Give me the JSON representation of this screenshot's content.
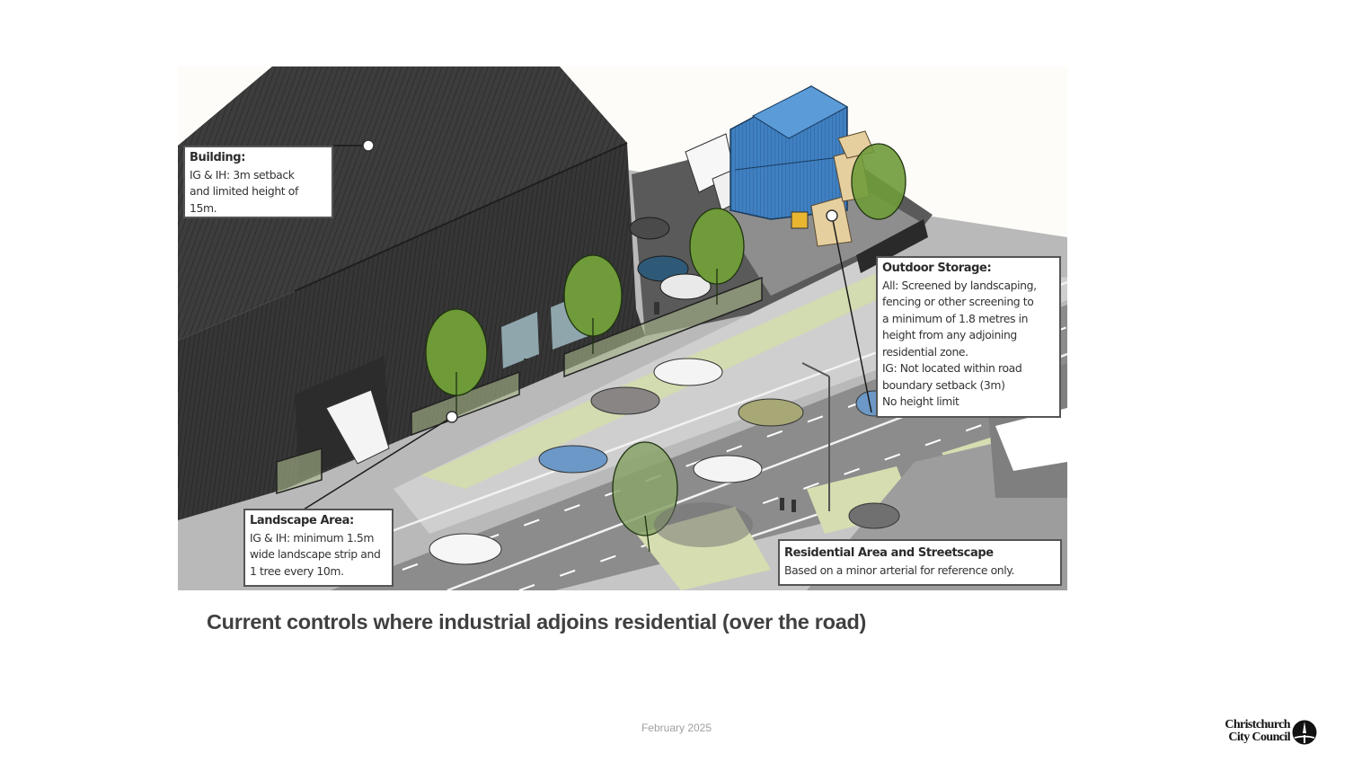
{
  "slide": {
    "caption": "Current controls where industrial adjoins residential (over the road)",
    "footer_date": "February 2025",
    "logo": {
      "line1": "Christchurch",
      "line2": "City Council",
      "icon": "cathedral-spire-logo-icon"
    }
  },
  "illustration": {
    "description": "Isometric view of an industrial building, outdoor storage yard and road adjoining a residential area",
    "colors": {
      "building": "#3b3b3b",
      "containers": "#3f7fc0",
      "crates": "#e4cc9c",
      "trees": "#6f9a3a",
      "road": "#8a8a8a",
      "footpath": "#c9c9c9",
      "grass": "#d7dfb0"
    },
    "callouts": {
      "building": {
        "title": "Building:",
        "lines": [
          "IG & IH: 3m setback",
          "and limited height of",
          "15m."
        ]
      },
      "outdoor_storage": {
        "title": "Outdoor Storage:",
        "lines": [
          "All: Screened by landscaping,",
          "fencing or other screening to",
          "a minimum of 1.8 metres in",
          "height from any adjoining",
          "residential zone.",
          "IG: Not located within road",
          "boundary setback (3m)",
          "No height limit"
        ]
      },
      "landscape_area": {
        "title": "Landscape Area:",
        "lines": [
          "IG & IH: minimum 1.5m",
          "wide landscape strip and",
          "1 tree every 10m."
        ]
      },
      "residential": {
        "title": "Residential Area and Streetscape",
        "lines": [
          "Based on a minor arterial for reference only."
        ]
      }
    }
  }
}
